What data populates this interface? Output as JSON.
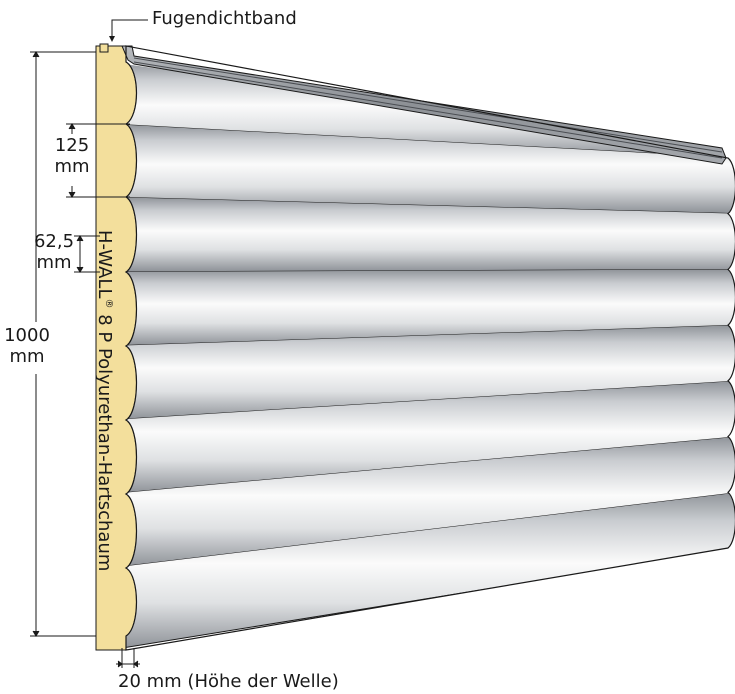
{
  "labels": {
    "seal_tape": "Fugendichtband",
    "rib_pitch_value": "125",
    "rib_pitch_unit": "mm",
    "half_pitch_value": "62,5",
    "half_pitch_unit": "mm",
    "panel_height_value": "1000",
    "panel_height_unit": "mm",
    "wave_height": "20 mm (Höhe der Welle)"
  },
  "core": {
    "name_part1": "H-WALL",
    "registered_mark": "®",
    "name_part2": " 8 P Polyurethan-Hartschaum"
  },
  "colors": {
    "foam_core": "#f3df9c",
    "metal_light": "#f2f2f2",
    "metal_dark": "#9a9ea3",
    "lines": "#1a1a1a"
  }
}
